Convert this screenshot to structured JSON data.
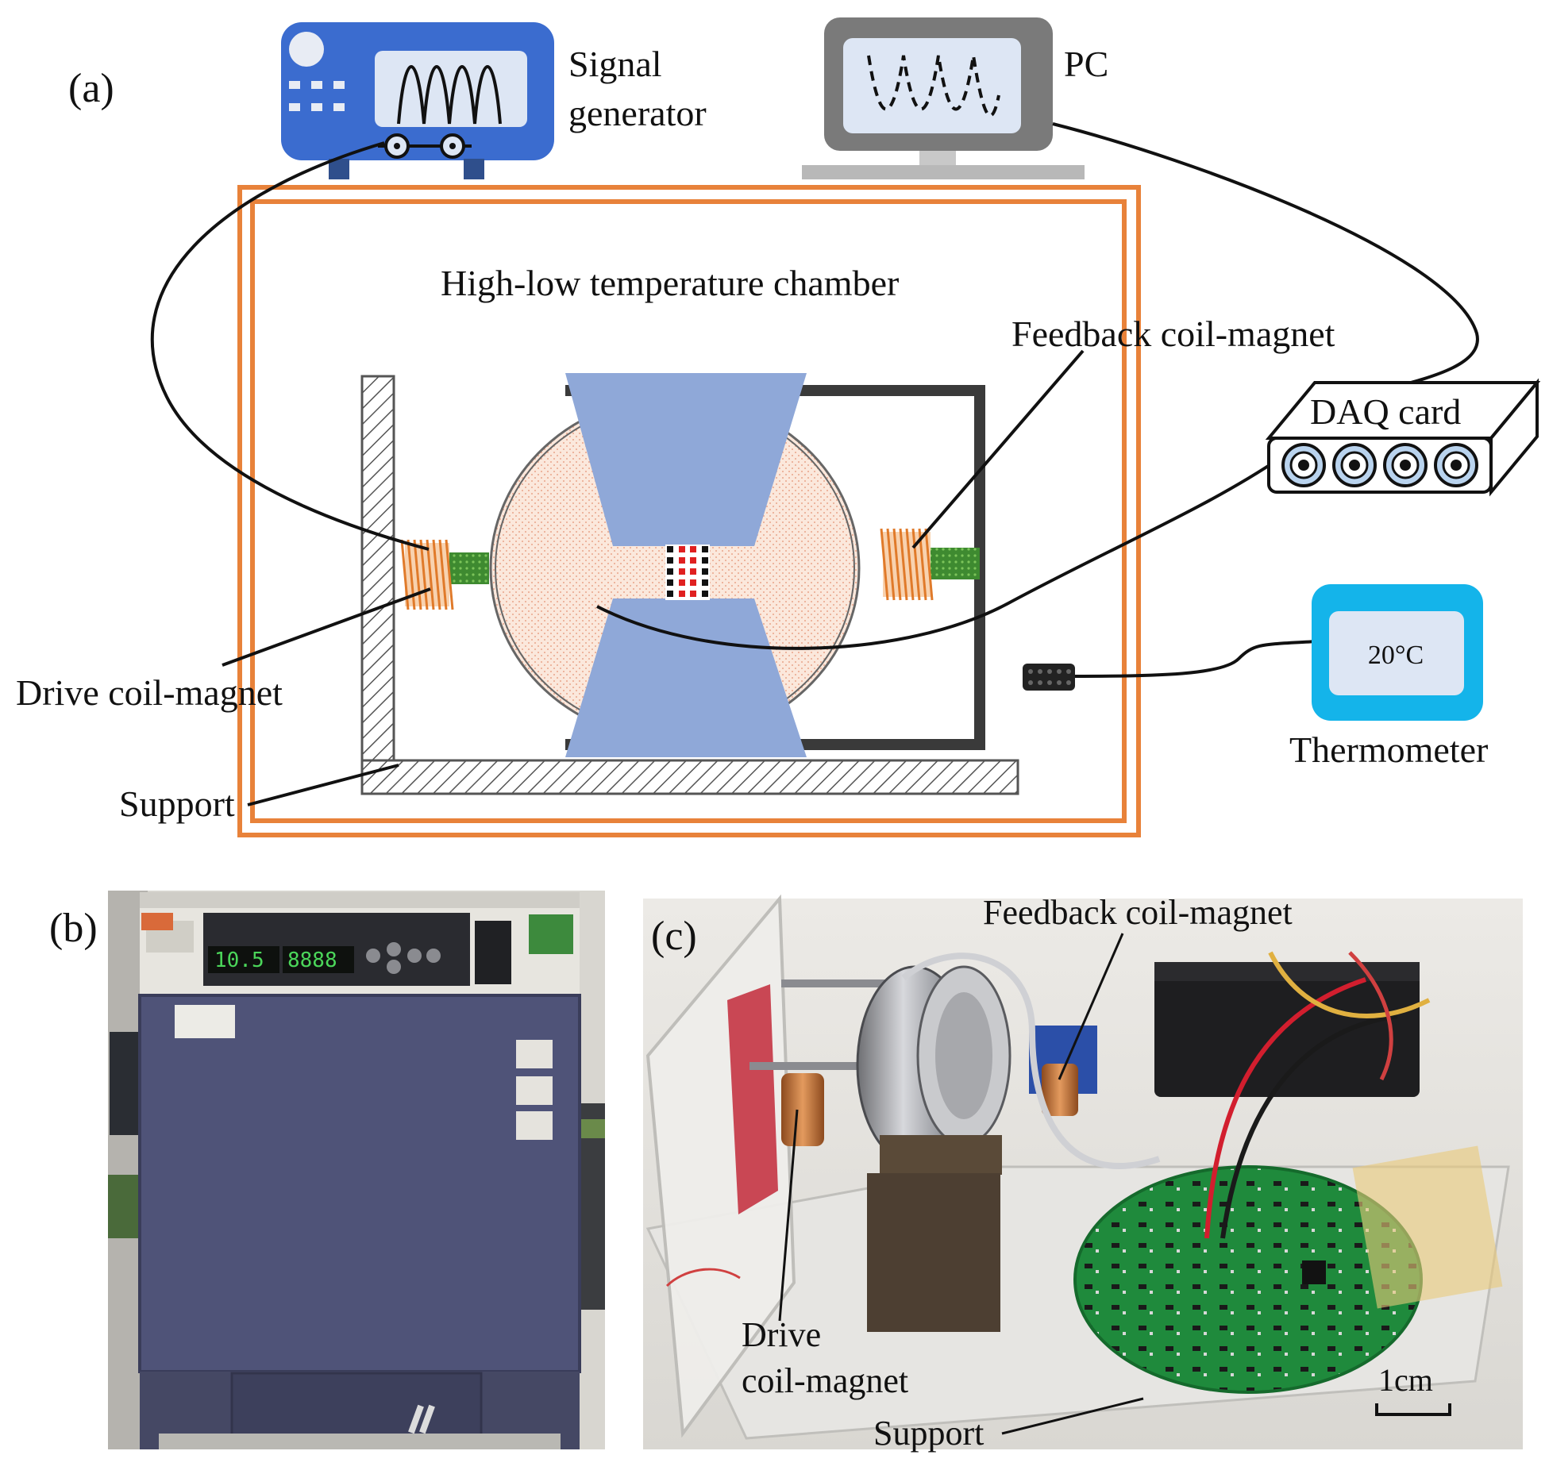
{
  "panel_a": {
    "label": "(a)",
    "signal_generator": "Signal\ngenerator",
    "pc": "PC",
    "chamber": "High-low temperature chamber",
    "feedback": "Feedback coil-magnet",
    "daq": "DAQ card",
    "drive": "Drive coil-magnet",
    "thermometer_reading": "20°C",
    "thermometer": "Thermometer",
    "support": "Support"
  },
  "panel_b": {
    "label": "(b)",
    "display_reading_1": "10.5",
    "display_reading_2": "8888"
  },
  "panel_c": {
    "label": "(c)",
    "feedback": "Feedback coil-magnet",
    "drive": "Drive\ncoil-magnet",
    "scale": "1cm",
    "support": "Support"
  },
  "colors": {
    "chamber_wall": "#e8823a",
    "sensor_blue": "#8fa8d8",
    "sensor_body": "#fbe8dc",
    "coil": "#e07a2a",
    "magnet": "#3e8a30",
    "signal_gen": "#3b6ccf",
    "pc_frame": "#7a7a7a",
    "thermo_frame": "#14b4ea",
    "screen": "#dde6f4",
    "frame_dark": "#3a3a3a",
    "pcb_green": "#1f8a3c",
    "chamber_photo": "#4f5378"
  }
}
